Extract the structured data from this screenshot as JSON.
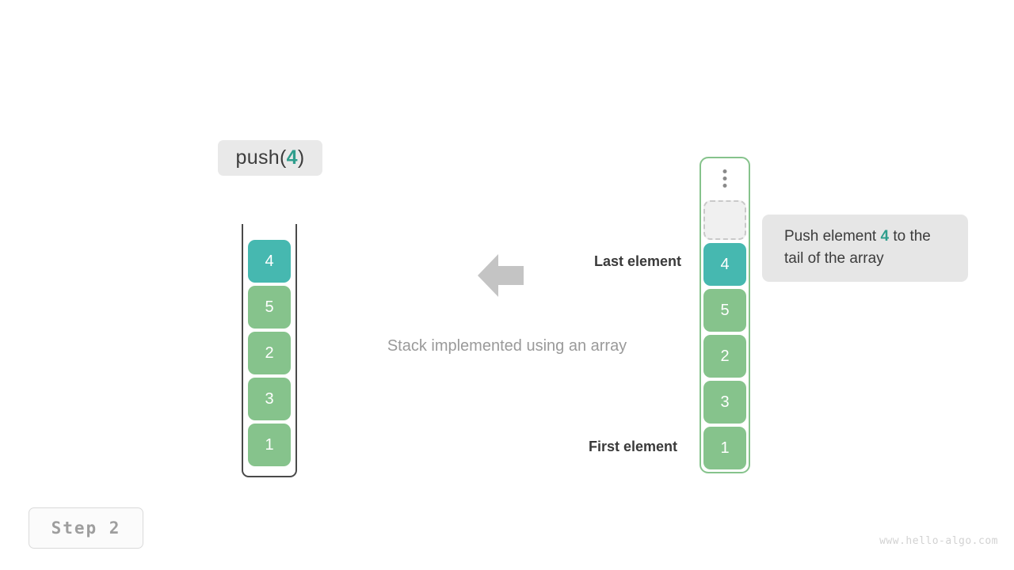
{
  "operation": {
    "name": "push",
    "open_paren": "(",
    "argument": "4",
    "close_paren": ")"
  },
  "stack": {
    "caption": "Stack implemented using an array",
    "last_element_label": "Last element",
    "first_element_label": "First element",
    "arrow_icon": "arrow-left-icon",
    "cells": [
      {
        "value": "4",
        "color": "teal"
      },
      {
        "value": "5",
        "color": "green"
      },
      {
        "value": "2",
        "color": "green"
      },
      {
        "value": "3",
        "color": "green"
      },
      {
        "value": "1",
        "color": "green"
      }
    ]
  },
  "array": {
    "ellipsis_icon": "vertical-ellipsis-icon",
    "empty_slot_label": "",
    "cells": [
      {
        "value": "4",
        "color": "teal"
      },
      {
        "value": "5",
        "color": "green"
      },
      {
        "value": "2",
        "color": "green"
      },
      {
        "value": "3",
        "color": "green"
      },
      {
        "value": "1",
        "color": "green"
      }
    ]
  },
  "callout": {
    "text_before": "Push element ",
    "highlight": "4",
    "text_after": " to the tail of the array"
  },
  "footer": {
    "step_label": "Step 2",
    "watermark": "www.hello-algo.com"
  },
  "colors": {
    "teal": "#46b8b0",
    "green": "#86c38c",
    "accent_text": "#2f9e8d",
    "arrow_gray": "#c4c4c4",
    "label_bg": "#e9e9e9",
    "callout_bg": "#e6e6e6"
  }
}
